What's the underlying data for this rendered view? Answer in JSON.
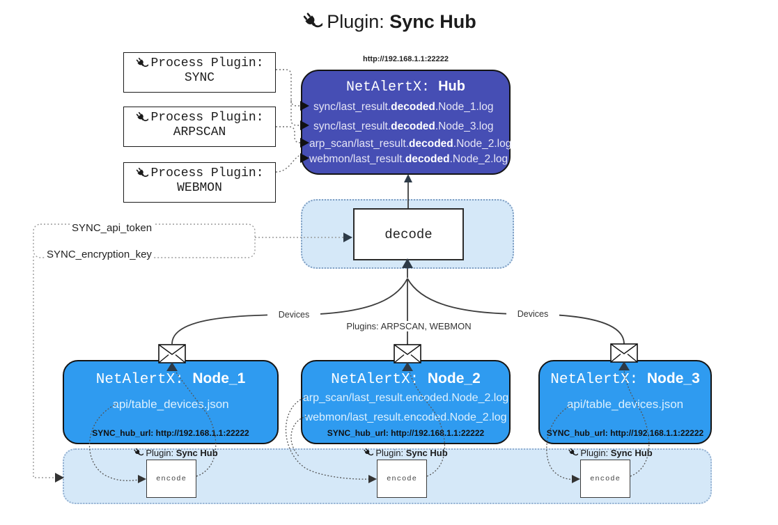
{
  "title": {
    "label": "Plugin:",
    "name": "Sync Hub"
  },
  "process_plugins": [
    {
      "label": "Process Plugin:",
      "name": "SYNC"
    },
    {
      "label": "Process Plugin:",
      "name": "ARPSCAN"
    },
    {
      "label": "Process Plugin:",
      "name": "WEBMON"
    }
  ],
  "hub": {
    "url": "http://192.168.1.1:22222",
    "title_prefix": "NetAlertX:",
    "title_name": "Hub",
    "items": [
      {
        "pre": "sync/last_result.",
        "bold": "decoded",
        "post": ".Node_1.log"
      },
      {
        "pre": "sync/last_result.",
        "bold": "decoded",
        "post": ".Node_3.log"
      },
      {
        "pre": "arp_scan/last_result.",
        "bold": "decoded",
        "post": ".Node_2.log"
      },
      {
        "pre": "webmon/last_result.",
        "bold": "decoded",
        "post": ".Node_2.log"
      }
    ]
  },
  "decode_label": "decode",
  "settings": {
    "api_token": "SYNC_api_token",
    "encryption_key": "SYNC_encryption_key"
  },
  "edge_labels": {
    "left": "Devices",
    "middle": "Plugins: ARPSCAN, WEBMON",
    "right": "Devices"
  },
  "nodes": [
    {
      "title_prefix": "NetAlertX:",
      "title_name": "Node_1",
      "lines": [
        "api/table_devices.json"
      ],
      "hub_url": "SYNC_hub_url: http://192.168.1.1:22222"
    },
    {
      "title_prefix": "NetAlertX:",
      "title_name": "Node_2",
      "lines": [
        "arp_scan/last_result.encoded.Node_2.log",
        "webmon/last_result.encoded.Node_2.log"
      ],
      "hub_url": "SYNC_hub_url: http://192.168.1.1:22222"
    },
    {
      "title_prefix": "NetAlertX:",
      "title_name": "Node_3",
      "lines": [
        "api/table_devices.json"
      ],
      "hub_url": "SYNC_hub_url: http://192.168.1.1:22222"
    }
  ],
  "encoders": [
    {
      "label": "Plugin:",
      "name": "Sync Hub",
      "box_label": "encode"
    },
    {
      "label": "Plugin:",
      "name": "Sync Hub",
      "box_label": "encode"
    },
    {
      "label": "Plugin:",
      "name": "Sync Hub",
      "box_label": "encode"
    }
  ],
  "colors": {
    "hub_fill": "#464eb4",
    "node_fill": "#2f9bf0",
    "panel_fill": "#d5e8f8"
  }
}
